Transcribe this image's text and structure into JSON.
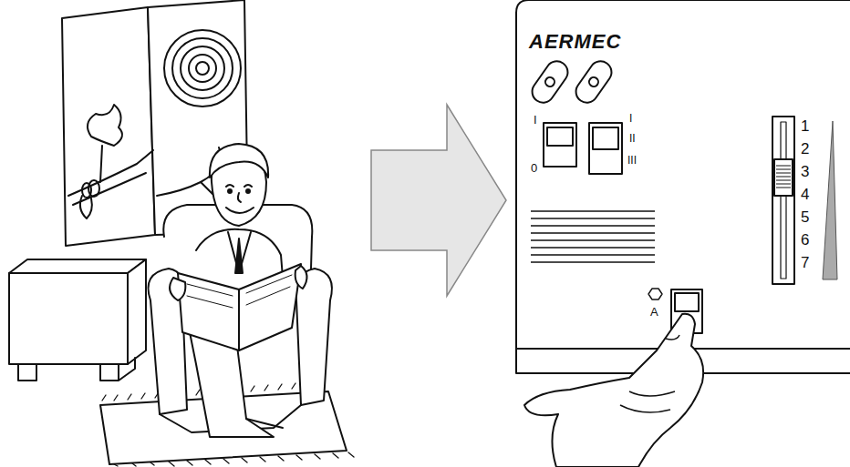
{
  "diagram": {
    "labels": [
      "AERMEC",
      "I",
      "0",
      "I",
      "II",
      "III",
      "1",
      "2",
      "3",
      "4",
      "5",
      "6",
      "7",
      "A"
    ]
  }
}
